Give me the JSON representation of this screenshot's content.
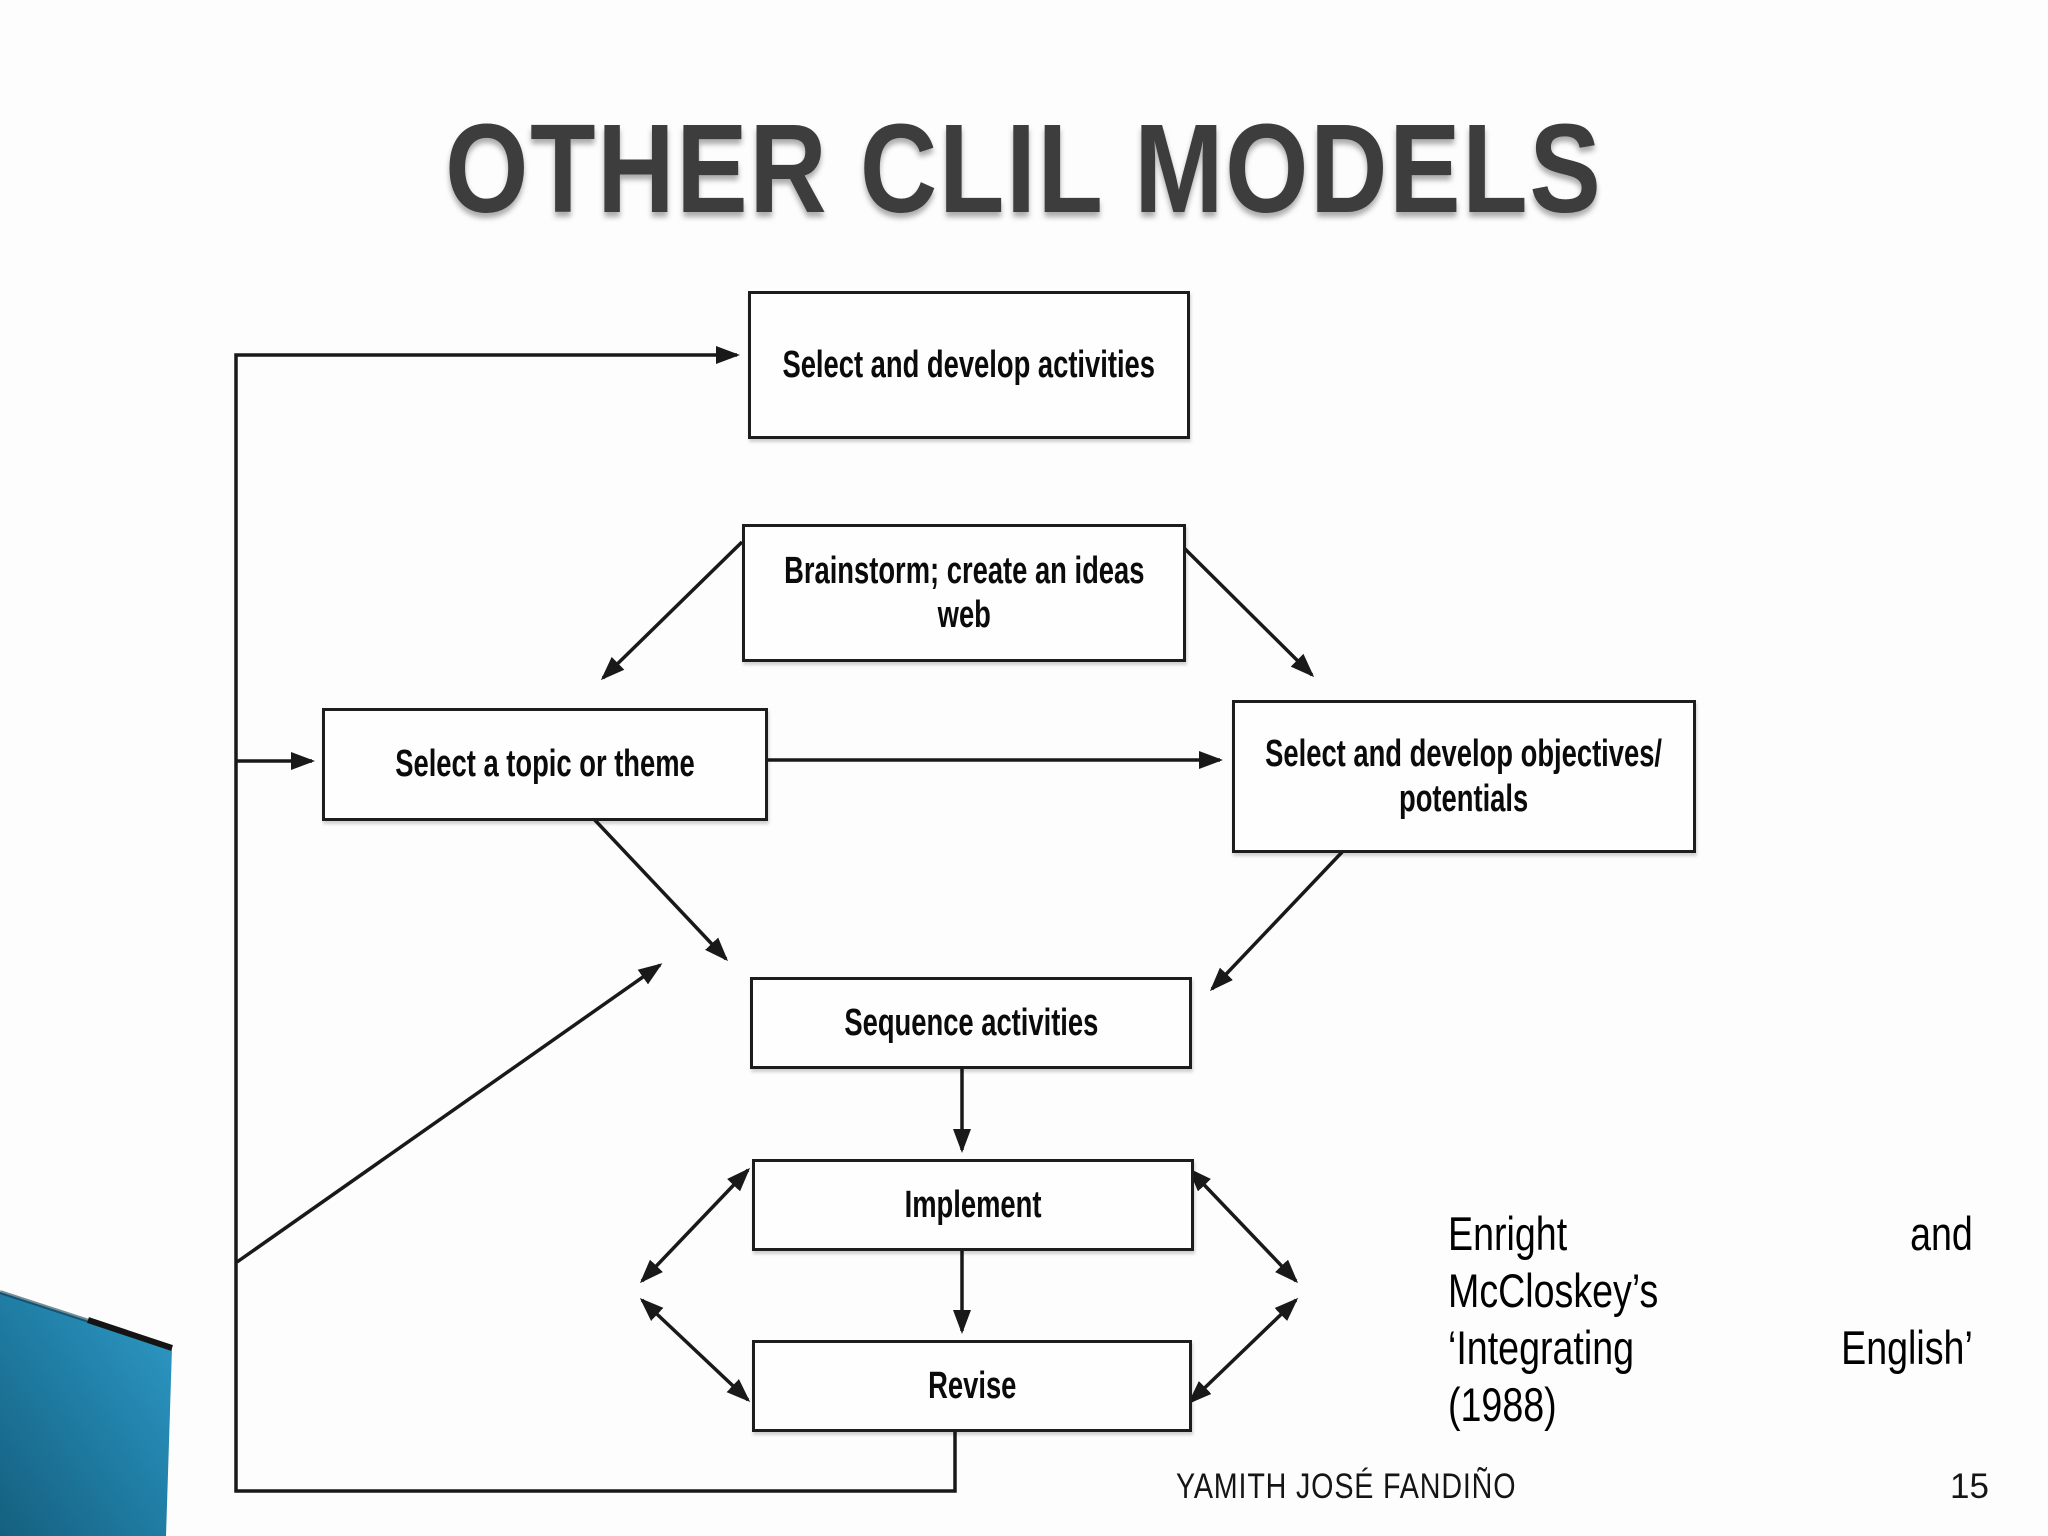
{
  "slide": {
    "title": "OTHER CLIL MODELS",
    "footer_author": "YAMITH JOSÉ FANDIÑO",
    "page_number": "15"
  },
  "diagram": {
    "boxes": {
      "select_develop_activities": {
        "lines": [
          "Select and develop activities",
          ""
        ]
      },
      "brainstorm": {
        "lines": [
          "Brainstorm; create an ideas",
          "web"
        ]
      },
      "select_topic": {
        "lines": [
          "Select a topic or theme",
          ""
        ]
      },
      "objectives": {
        "lines": [
          "Select and develop objectives/",
          "potentials"
        ]
      },
      "sequence": {
        "lines": [
          "Sequence activities",
          ""
        ]
      },
      "implement": {
        "lines": [
          "Implement",
          ""
        ]
      },
      "revise": {
        "lines": [
          "Revise",
          ""
        ]
      }
    }
  },
  "note": {
    "rows": [
      {
        "left": "Enright",
        "right": "and"
      },
      {
        "left": "McCloskey’s",
        "right": ""
      },
      {
        "left": "‘Integrating",
        "right": "English’"
      },
      {
        "left": "(1988)",
        "right": ""
      }
    ]
  },
  "colors": {
    "line": "#191919",
    "title": "#3d3d3d",
    "teal_light": "#2f9bc7",
    "teal_dark": "#15607f"
  }
}
